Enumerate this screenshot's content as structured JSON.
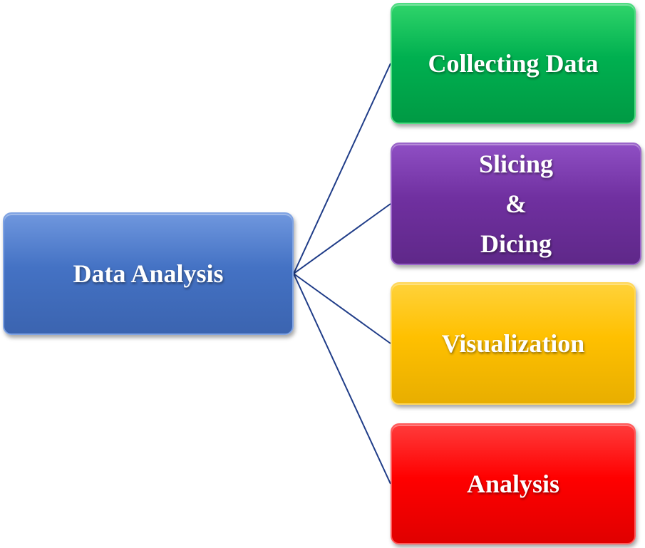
{
  "diagram": {
    "root": {
      "label": "Data Analysis",
      "color": "#4472c4"
    },
    "branches": [
      {
        "label": "Collecting Data",
        "color": "#00b050"
      },
      {
        "label": "Slicing\n&\nDicing",
        "color": "#7030a0"
      },
      {
        "label": "Visualization",
        "color": "#ffc000"
      },
      {
        "label": "Analysis",
        "color": "#ff0000"
      }
    ],
    "connector_color": "#1f3c88"
  }
}
